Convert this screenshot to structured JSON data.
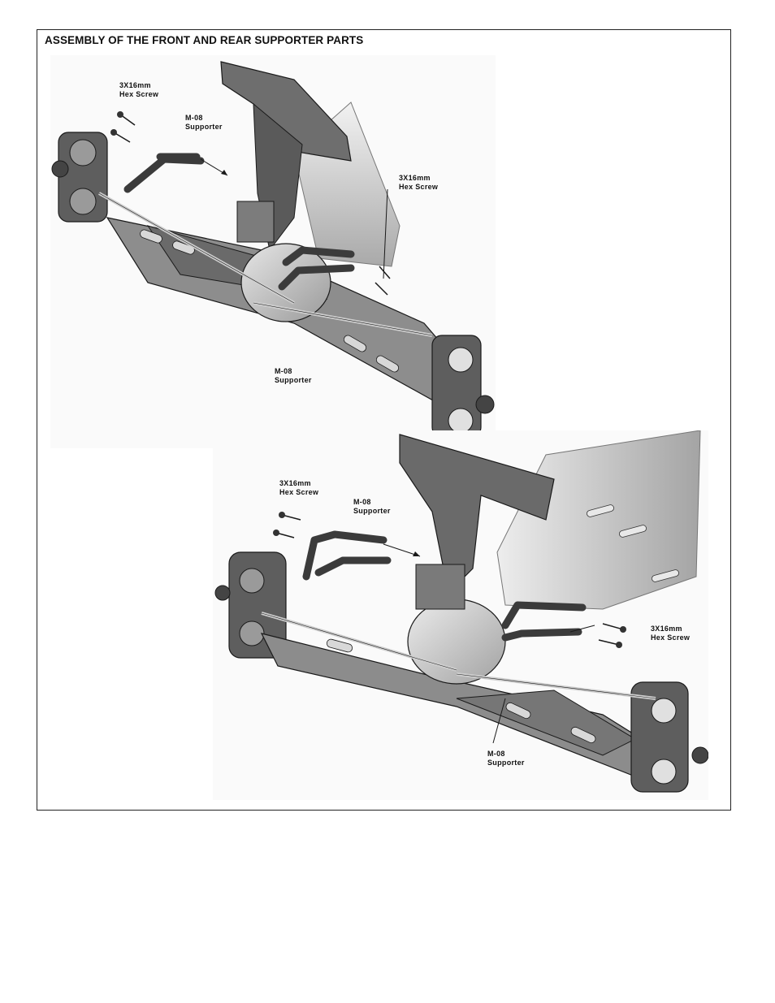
{
  "page": {
    "title": "ASSEMBLY OF THE FRONT AND REAR SUPPORTER PARTS"
  },
  "figures": [
    {
      "labels": [
        {
          "line1": "3X16mm",
          "line2": "Hex Screw"
        },
        {
          "line1": "M-08",
          "line2": "Supporter"
        },
        {
          "line1": "3X16mm",
          "line2": "Hex Screw"
        },
        {
          "line1": "M-08",
          "line2": "Supporter"
        }
      ]
    },
    {
      "labels": [
        {
          "line1": "3X16mm",
          "line2": "Hex Screw"
        },
        {
          "line1": "M-08",
          "line2": "Supporter"
        },
        {
          "line1": "3X16mm",
          "line2": "Hex Screw"
        },
        {
          "line1": "M-08",
          "line2": "Supporter"
        }
      ]
    }
  ],
  "colors": {
    "part_dark": "#3b3b3b",
    "part_mid": "#8a8a8a",
    "part_light": "#c9c9c9",
    "plate": "#b8b8b8",
    "outline": "#1a1a1a"
  }
}
